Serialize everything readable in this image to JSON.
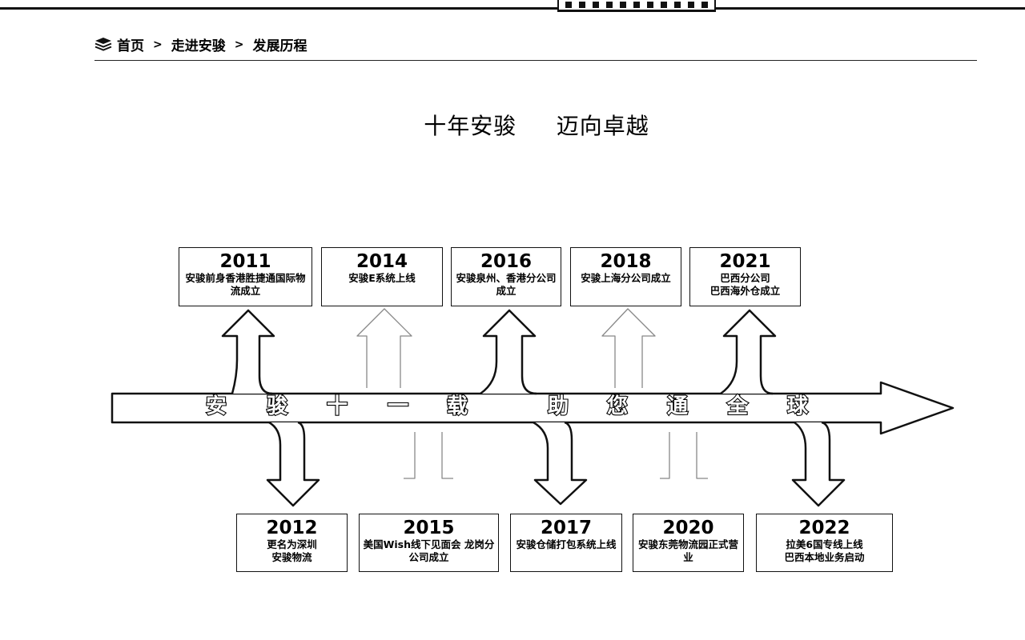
{
  "breadcrumb": {
    "home": "首页",
    "about": "走进安骏",
    "current": "发展历程",
    "separator": ">"
  },
  "title": "十年安骏     迈向卓越",
  "slogan": [
    "安",
    "骏",
    "十",
    "一",
    "载",
    "助",
    "您",
    "通",
    "全",
    "球"
  ],
  "milestones_top": [
    {
      "year": "2011",
      "desc": "安骏前身香港胜捷通国际物流成立"
    },
    {
      "year": "2014",
      "desc": "安骏E系统上线"
    },
    {
      "year": "2016",
      "desc": "安骏泉州、香港分公司成立"
    },
    {
      "year": "2018",
      "desc": "安骏上海分公司成立"
    },
    {
      "year": "2021",
      "desc": "巴西分公司\n巴西海外仓成立"
    }
  ],
  "milestones_bottom": [
    {
      "year": "2012",
      "desc": "更名为深圳\n安骏物流"
    },
    {
      "year": "2015",
      "desc": "美国Wish线下见面会 龙岗分公司成立"
    },
    {
      "year": "2017",
      "desc": "安骏仓储打包系统上线"
    },
    {
      "year": "2020",
      "desc": "安骏东莞物流园正式营业"
    },
    {
      "year": "2022",
      "desc": "拉美6国专线上线\n巴西本地业务启动"
    }
  ]
}
